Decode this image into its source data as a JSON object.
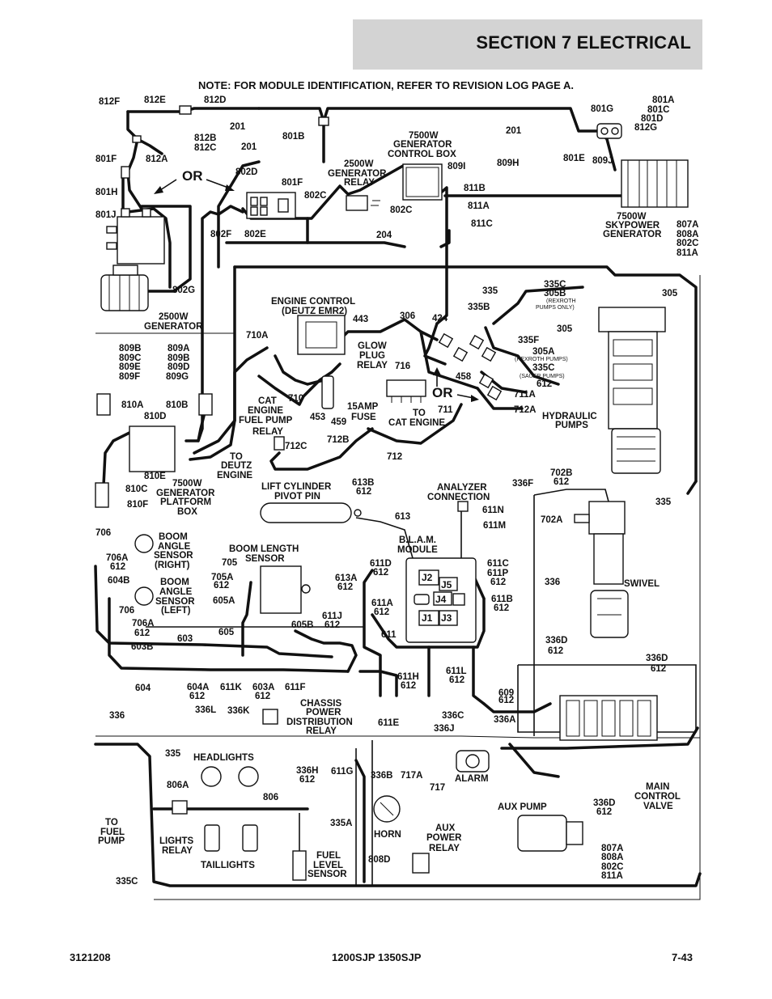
{
  "header": {
    "title": "SECTION 7   ELECTRICAL"
  },
  "note": "NOTE: FOR MODULE IDENTIFICATION, REFER TO REVISION LOG PAGE A.",
  "footer": {
    "left": "3121208",
    "center": "1200SJP 1350SJP",
    "right": "7-43"
  },
  "labels": {
    "l812f": "812F",
    "l812e": "812E",
    "l812d": "812D",
    "l201a": "201",
    "l812b": "812B",
    "l812c": "812C",
    "l201b": "201",
    "l812a": "812A",
    "l801f": "801F",
    "l801h": "801H",
    "l801j": "801J",
    "l802d": "802D",
    "l801fb": "801F",
    "l802c": "802C",
    "l802f": "802F",
    "l802e": "802E",
    "l801b": "801B",
    "l201c": "201",
    "l801g": "801G",
    "l801a": "801A",
    "l801c": "801C",
    "l801d": "801D",
    "l812g": "812G",
    "gen_ctrl_1": "7500W",
    "gen_ctrl_2": "GENERATOR",
    "gen_ctrl_3": "CONTROL BOX",
    "l809i": "809I",
    "l809h": "809H",
    "l801e": "801E",
    "l809j": "809J",
    "relay_1": "2500W",
    "relay_2": "GENERATOR",
    "relay_3": "RELAY",
    "l811b": "811B",
    "l802cb": "802C",
    "l811a": "811A",
    "l811c": "811C",
    "l204": "204",
    "sky_1": "7500W",
    "sky_2": "SKYPOWER",
    "sky_3": "GENERATOR",
    "l807a": "807A",
    "l808a": "808A",
    "l802cc": "802C",
    "l811ab": "811A",
    "l802g": "802G",
    "gen25_1": "2500W",
    "gen25_2": "GENERATOR",
    "or1": "OR",
    "or2": "OR",
    "ec_1": "ENGINE CONTROL",
    "ec_2": "(DEUTZ EMR2)",
    "l443": "443",
    "l306": "306",
    "l710a": "710A",
    "glow_1": "GLOW",
    "glow_2": "PLUG",
    "glow_3": "RELAY",
    "l716": "716",
    "l424": "424",
    "l335b": "335B",
    "l335": "335",
    "l335c": "335C",
    "l305b": "305B",
    "rex1": "(REXROTH",
    "rex2": "PUMPS ONLY)",
    "l305": "305",
    "l305r": "305",
    "l335f": "335F",
    "l305a": "305A",
    "rexp": "(REXROTH PUMPS)",
    "l335cb": "335C",
    "sauer": "(SAUER PUMPS)",
    "l612a": "612",
    "l458": "458",
    "l711a": "711A",
    "l712a": "712A",
    "hyd_1": "HYDRAULIC",
    "hyd_2": "PUMPS",
    "l711": "711",
    "tce_1": "TO",
    "tce_2": "CAT ENGINE",
    "fuse_1": "15AMP",
    "fuse_2": "FUSE",
    "l453": "453",
    "l459": "459",
    "l710": "710",
    "l809b": "809B",
    "l809c": "809C",
    "l809e": "809E",
    "l809f": "809F",
    "l809a": "809A",
    "l809bb": "809B",
    "l809d": "809D",
    "l809g": "809G",
    "cat_1": "CAT",
    "cat_2": "ENGINE",
    "cat_3": "FUEL PUMP",
    "cat_4": "RELAY",
    "l810a": "810A",
    "l810b": "810B",
    "l810d": "810D",
    "l712b": "712B",
    "l712c": "712C",
    "l712": "712",
    "deutz_1": "TO",
    "deutz_2": "DEUTZ",
    "deutz_3": "ENGINE",
    "l810e": "810E",
    "l810c": "810C",
    "l810f": "810F",
    "plat_1": "7500W",
    "plat_2": "GENERATOR",
    "plat_3": "PLATFORM",
    "plat_4": "BOX",
    "lcp_1": "LIFT CYLINDER",
    "lcp_2": "PIVOT PIN",
    "l613b": "613B",
    "l612b": "612",
    "l613": "613",
    "an_1": "ANALYZER",
    "an_2": "CONNECTION",
    "l611n": "611N",
    "l611m": "611M",
    "l336f": "336F",
    "l702b": "702B",
    "l612c": "612",
    "l702a": "702A",
    "l335r": "335",
    "l706": "706",
    "bar_1": "BOOM",
    "bar_2": "ANGLE",
    "bar_3": "SENSOR",
    "bar_4": "(RIGHT)",
    "l706a": "706A",
    "l612d": "612",
    "l604b": "604B",
    "bl_1": "BOOM LENGTH",
    "bl_2": "SENSOR",
    "l705": "705",
    "l705a": "705A",
    "l612e": "612",
    "l605a": "605A",
    "bal_1": "BOOM",
    "bal_2": "ANGLE",
    "bal_3": "SENSOR",
    "bal_4": "(LEFT)",
    "l706b": "706",
    "l706ab": "706A",
    "l612f": "612",
    "l603b": "603B",
    "l603": "603",
    "l605": "605",
    "blam_1": "B.L.A.M.",
    "blam_2": "MODULE",
    "l611d": "611D",
    "l612g": "612",
    "l613a": "613A",
    "l612h": "612",
    "l611a": "611A",
    "l612i": "612",
    "l611c": "611C",
    "l611p": "611P",
    "l612j": "612",
    "l611b": "611B",
    "l612k": "612",
    "l611j": "611J",
    "l612l": "612",
    "l605b": "605B",
    "j2": "J2",
    "j5": "J5",
    "j4": "J4",
    "j1": "J1",
    "j3": "J3",
    "l611": "611",
    "l336": "336",
    "swivel": "SWIVEL",
    "l604": "604",
    "l604a": "604A",
    "l612m": "612",
    "l611k": "611K",
    "l603a": "603A",
    "l612n": "612",
    "l611f": "611F",
    "l611h": "611H",
    "l612o": "612",
    "l611l": "611L",
    "l612p": "612",
    "l609": "609",
    "l612q": "612",
    "l336d": "336D",
    "l612r": "612",
    "l336db": "336D",
    "l612s": "612",
    "l336b": "336",
    "l336l": "336L",
    "l336k": "336K",
    "cpd_1": "CHASSIS",
    "cpd_2": "POWER",
    "cpd_3": "DISTRIBUTION",
    "cpd_4": "RELAY",
    "l611e": "611E",
    "l336c": "336C",
    "l336j": "336J",
    "l336a": "336A",
    "l335d": "335",
    "head": "HEADLIGHTS",
    "l806a": "806A",
    "l806": "806",
    "l336h": "336H",
    "l612t": "612",
    "l611g": "611G",
    "l336bb": "336B",
    "l717a": "717A",
    "l717": "717",
    "alarm": "ALARM",
    "tfp_1": "TO",
    "tfp_2": "FUEL",
    "tfp_3": "PUMP",
    "lr_1": "LIGHTS",
    "lr_2": "RELAY",
    "taillights": "TAILLIGHTS",
    "l335a": "335A",
    "horn": "HORN",
    "apr_1": "AUX",
    "apr_2": "POWER",
    "apr_3": "RELAY",
    "auxpump": "AUX PUMP",
    "l336dc": "336D",
    "l612u": "612",
    "mcv_1": "MAIN",
    "mcv_2": "CONTROL",
    "mcv_3": "VALVE",
    "fls_1": "FUEL",
    "fls_2": "LEVEL",
    "fls_3": "SENSOR",
    "l808d": "808D",
    "l335cc": "335C",
    "l807ab": "807A",
    "l808ab": "808A",
    "l802cd": "802C",
    "l811ac": "811A"
  }
}
